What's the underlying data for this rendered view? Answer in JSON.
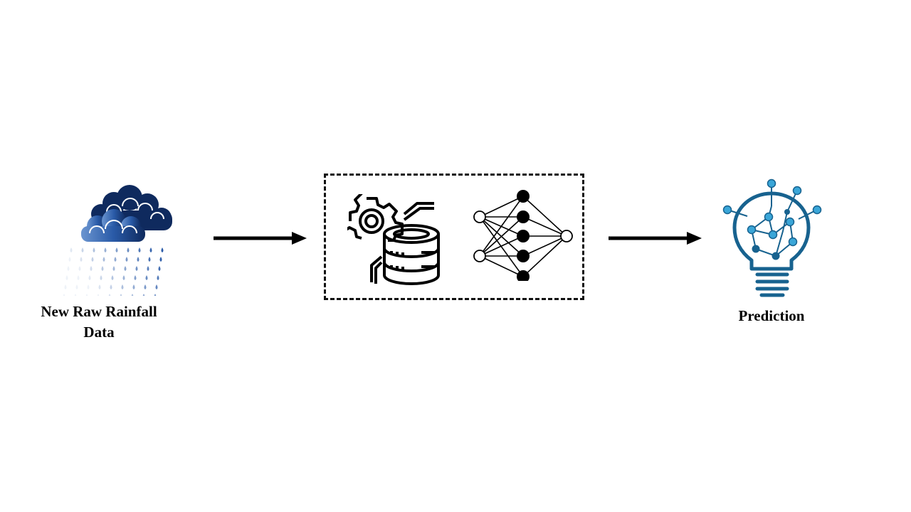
{
  "diagram": {
    "input": {
      "label_line1": "New Raw Rainfall",
      "label_line2": "Data",
      "icon": "rain-cloud-icon"
    },
    "model": {
      "icons": [
        "gear-database-icon",
        "neural-network-icon"
      ]
    },
    "output": {
      "label": "Prediction",
      "icon": "lightbulb-circuit-icon"
    },
    "colors": {
      "cloud_dark": "#0f2a5e",
      "cloud_mid": "#2a5ba8",
      "cloud_light": "#6b95d0",
      "bulb": "#17628f",
      "bulb_node": "#3aa6d8",
      "stroke": "#000000"
    }
  }
}
